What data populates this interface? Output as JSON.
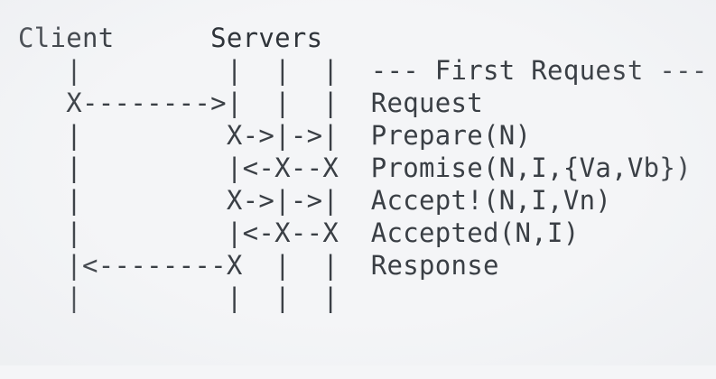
{
  "diagram": {
    "kind": "ascii-sequence-diagram",
    "title_hint": "Paxos message flow between a client and three servers",
    "colors": {
      "background": "#f4f5f7",
      "text": "#3a3f45",
      "header_text": "#2f343a"
    },
    "columns": {
      "client_label": "Client",
      "servers_label": "Servers"
    },
    "lines": [
      "Client      Servers",
      "   |         |  |  |  --- First Request ---",
      "   X-------->|  |  |  Request",
      "   |         X->|->|  Prepare(N)",
      "   |         |<-X--X  Promise(N,I,{Va,Vb})",
      "   |         X->|->|  Accept!(N,I,Vn)",
      "   |         |<-X--X  Accepted(N,I)",
      "   |<--------X  |  |  Response",
      "   |         |  |  |"
    ],
    "rows": [
      {
        "id": "row-header",
        "art": "Client      Servers",
        "label": ""
      },
      {
        "id": "row-first-request",
        "art": "   |         |  |  |  ",
        "label": "--- First Request ---"
      },
      {
        "id": "row-request",
        "art": "   X-------->|  |  |  ",
        "label": "Request"
      },
      {
        "id": "row-prepare",
        "art": "   |         X->|->|  ",
        "label": "Prepare(N)"
      },
      {
        "id": "row-promise",
        "art": "   |         |<-X--X  ",
        "label": "Promise(N,I,{Va,Vb})"
      },
      {
        "id": "row-accept",
        "art": "   |         X->|->|  ",
        "label": "Accept!(N,I,Vn)"
      },
      {
        "id": "row-accepted",
        "art": "   |         |<-X--X  ",
        "label": "Accepted(N,I)"
      },
      {
        "id": "row-response",
        "art": "   |<--------X  |  |  ",
        "label": "Response"
      },
      {
        "id": "row-tail",
        "art": "   |         |  |  |",
        "label": ""
      }
    ],
    "messages": [
      {
        "name": "Request",
        "from": "client",
        "to": "server1",
        "direction": "right"
      },
      {
        "name": "Prepare(N)",
        "from": "server1",
        "to": "server3",
        "direction": "right"
      },
      {
        "name": "Promise(N,I,{Va,Vb})",
        "from": "server3",
        "to": "server1",
        "direction": "left"
      },
      {
        "name": "Accept!(N,I,Vn)",
        "from": "server1",
        "to": "server3",
        "direction": "right"
      },
      {
        "name": "Accepted(N,I)",
        "from": "server3",
        "to": "server1",
        "direction": "left"
      },
      {
        "name": "Response",
        "from": "server1",
        "to": "client",
        "direction": "left"
      }
    ],
    "annotations": [
      "--- First Request ---"
    ]
  }
}
